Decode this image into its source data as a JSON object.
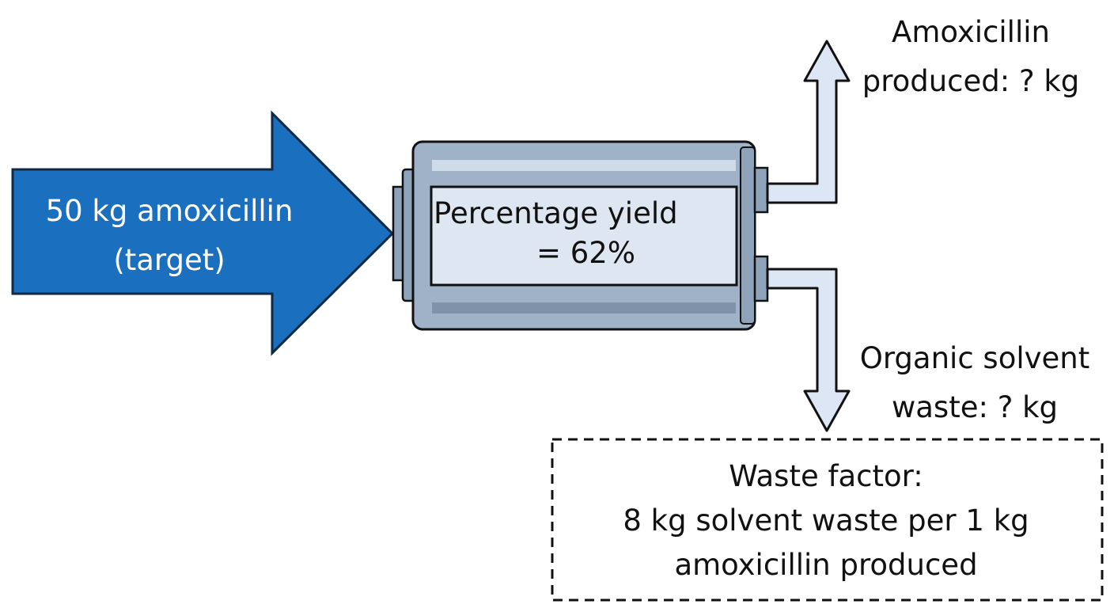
{
  "input": {
    "line1": "50 kg amoxicillin",
    "line2": "(target)"
  },
  "reactor": {
    "line1": "Percentage yield",
    "line2": "= 62%"
  },
  "product_output": {
    "line1": "Amoxicillin",
    "line2": "produced: ? kg"
  },
  "waste_output": {
    "line1": "Organic solvent",
    "line2": "waste: ? kg"
  },
  "waste_factor": {
    "line1": "Waste factor:",
    "line2": "8 kg solvent waste per 1 kg",
    "line3": "amoxicillin produced"
  },
  "colors": {
    "input_arrow": "#1a6fbf",
    "reactor_body": "#9fb2c8",
    "reactor_panel": "#dde6f1",
    "output_pipe": "#dde6f4",
    "outline": "#111111"
  }
}
